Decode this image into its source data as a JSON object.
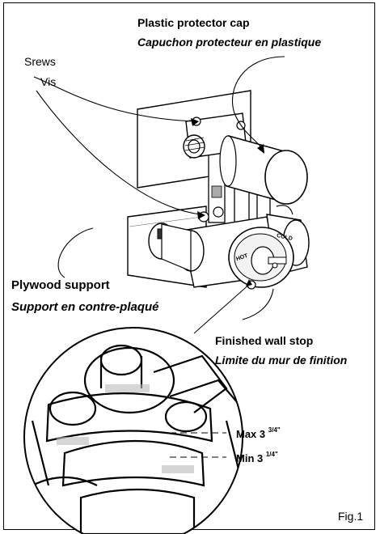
{
  "figure_label": "Fig.1",
  "labels": {
    "cap_en": "Plastic protector cap",
    "cap_fr": "Capuchon protecteur en plastique",
    "screws_en": "Srews",
    "screws_fr": "Vis",
    "plywood_en": "Plywood support",
    "plywood_fr": "Support en contre-plaqué",
    "wall_en": "Finished wall stop",
    "wall_fr": "Limite du mur de finition",
    "max_text": "Max 3",
    "max_frac": "3/4\"",
    "min_text": "Min 3",
    "min_frac": "1/4\"",
    "hot": "HOT",
    "cold": "COLD"
  }
}
